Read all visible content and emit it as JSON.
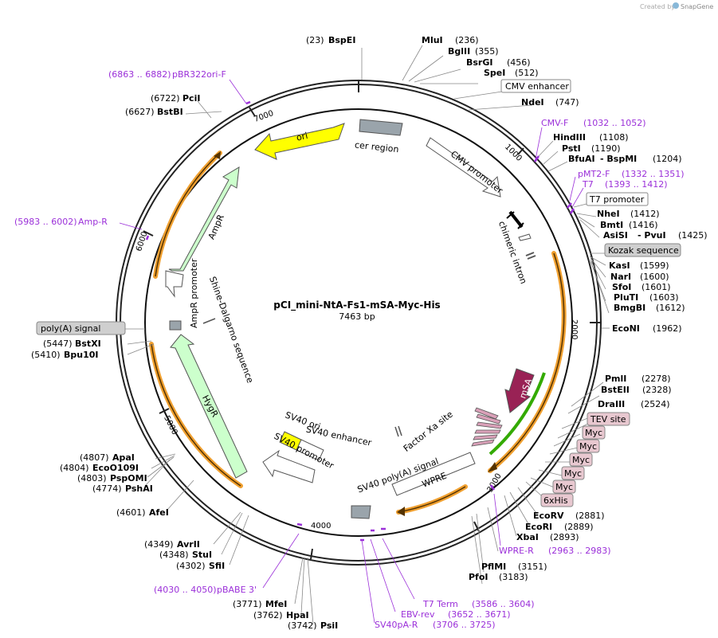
{
  "credit": "Created by",
  "credit_brand": "SnapGene",
  "plasmid": {
    "name": "pCI_mini-NtA-Fs1-mSA-Myc-His",
    "size": "7463 bp"
  },
  "ticks": [
    "1000",
    "2000",
    "3000",
    "4000",
    "5000",
    "6000",
    "7000"
  ],
  "features": {
    "ori": "ori",
    "cer": "cer region",
    "cmv_promoter": "CMV promoter",
    "chimeric": "chimeric intron",
    "ampr": "AmpR",
    "ampr_promoter": "AmpR promoter",
    "shine": "Shine-Dalgarno sequence",
    "hygr": "HygR",
    "sv40_ori": "SV40 ori",
    "sv40_enh": "SV40 enhancer",
    "sv40_prom": "SV40 promoter",
    "sv40_polya": "SV40 poly(A) signal",
    "wpre": "WPRE",
    "factor_xa": "Factor Xa site",
    "msa": "mSA"
  },
  "boxed": {
    "cmv_enhancer": "CMV enhancer",
    "t7_promoter": "T7 promoter",
    "kozak": "Kozak sequence",
    "polya": "poly(A) signal",
    "tev": "TEV site",
    "myc1": "Myc",
    "myc2": "Myc",
    "myc3": "Myc",
    "myc4": "Myc",
    "myc5": "Myc",
    "his": "6xHis"
  },
  "sites_right": [
    {
      "pos": "(23)",
      "name": "BspEI"
    },
    {
      "name": "MluI",
      "pos": "(236)"
    },
    {
      "name": "BglII",
      "pos": "(355)"
    },
    {
      "name": "BsrGI",
      "pos": "(456)"
    },
    {
      "name": "SpeI",
      "pos": "(512)"
    },
    {
      "name": "NdeI",
      "pos": "(747)"
    },
    {
      "name": "HindIII",
      "pos": "(1108)"
    },
    {
      "name": "PstI",
      "pos": "(1190)"
    },
    {
      "name": "BfuAI",
      "name2": "- BspMI",
      "pos": "(1204)"
    },
    {
      "name": "NheI",
      "pos": "(1412)"
    },
    {
      "name": "BmtI",
      "pos": "(1416)"
    },
    {
      "name": "AsiSI",
      "name2": "- PvuI",
      "pos": "(1425)"
    },
    {
      "name": "KasI",
      "pos": "(1599)"
    },
    {
      "name": "NarI",
      "pos": "(1600)"
    },
    {
      "name": "SfoI",
      "pos": "(1601)"
    },
    {
      "name": "PluTI",
      "pos": "(1603)"
    },
    {
      "name": "BmgBI",
      "pos": "(1612)"
    },
    {
      "name": "EcoNI",
      "pos": "(1962)"
    },
    {
      "name": "PmlI",
      "pos": "(2278)"
    },
    {
      "name": "BstEII",
      "pos": "(2328)"
    },
    {
      "name": "DraIII",
      "pos": "(2524)"
    },
    {
      "name": "EcoRV",
      "pos": "(2881)"
    },
    {
      "name": "EcoRI",
      "pos": "(2889)"
    },
    {
      "name": "XbaI",
      "pos": "(2893)"
    },
    {
      "name": "PflMI",
      "pos": "(3151)"
    },
    {
      "name": "PfoI",
      "pos": "(3183)"
    }
  ],
  "sites_left": [
    {
      "pos": "(6722)",
      "name": "PciI"
    },
    {
      "pos": "(6627)",
      "name": "BstBI"
    },
    {
      "pos": "(5447)",
      "name": "BstXI"
    },
    {
      "pos": "(5410)",
      "name": "Bpu10I"
    },
    {
      "pos": "(4807)",
      "name": "ApaI"
    },
    {
      "pos": "(4804)",
      "name": "EcoO109I"
    },
    {
      "pos": "(4803)",
      "name": "PspOMI"
    },
    {
      "pos": "(4774)",
      "name": "PshAI"
    },
    {
      "pos": "(4601)",
      "name": "AfeI"
    },
    {
      "pos": "(4349)",
      "name": "AvrII"
    },
    {
      "pos": "(4348)",
      "name": "StuI"
    },
    {
      "pos": "(4302)",
      "name": "SfiI"
    },
    {
      "pos": "(3771)",
      "name": "MfeI"
    },
    {
      "pos": "(3762)",
      "name": "HpaI"
    },
    {
      "pos": "(3742)",
      "name": "PsiI"
    }
  ],
  "primers": [
    {
      "name": "CMV-F",
      "pos": "(1032 .. 1052)"
    },
    {
      "name": "pMT2-F",
      "pos": "(1332 .. 1351)"
    },
    {
      "name": "T7",
      "pos": "(1393 .. 1412)"
    },
    {
      "name": "WPRE-R",
      "pos": "(2963 .. 2983)"
    },
    {
      "name": "T7 Term",
      "pos": "(3586 .. 3604)"
    },
    {
      "name": "EBV-rev",
      "pos": "(3652 .. 3671)"
    },
    {
      "name": "SV40pA-R",
      "pos": "(3706 .. 3725)"
    },
    {
      "pos": "(4030 .. 4050)",
      "name": "pBABE 3'"
    },
    {
      "pos": "(5983 .. 6002)",
      "name": "Amp-R"
    },
    {
      "pos": "(6863 .. 6882)",
      "name": "pBR322ori-F"
    }
  ],
  "colors": {
    "ori": "#ffff00",
    "resistance": "#ccffcc",
    "orange": "#f0a030",
    "green": "#33aa00",
    "msa": "#992255",
    "primer": "#9b30d9",
    "myc_bg": "#e8c8d0",
    "grey_bg": "#cfcfcf"
  }
}
